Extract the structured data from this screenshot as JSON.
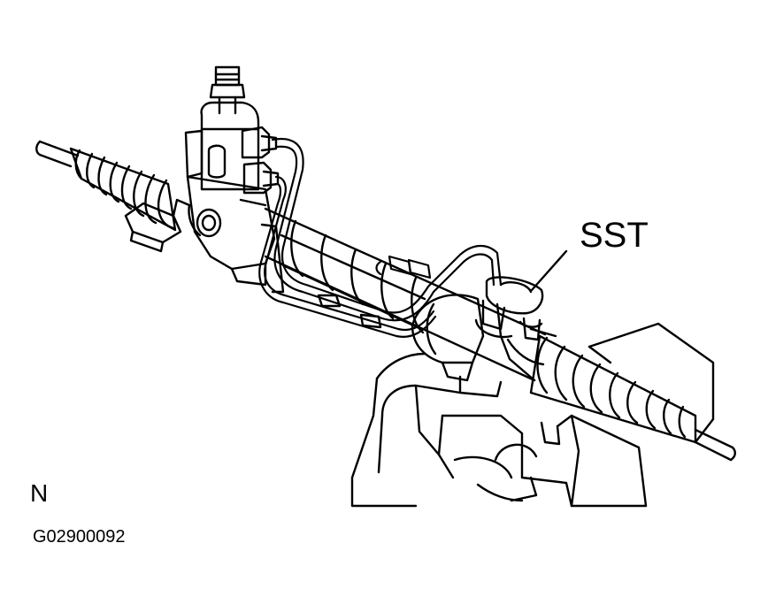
{
  "callout": {
    "label": "SST"
  },
  "view": {
    "label": "N"
  },
  "figure": {
    "code": "G02900092"
  },
  "colors": {
    "line": "#000000",
    "background": "#ffffff"
  }
}
